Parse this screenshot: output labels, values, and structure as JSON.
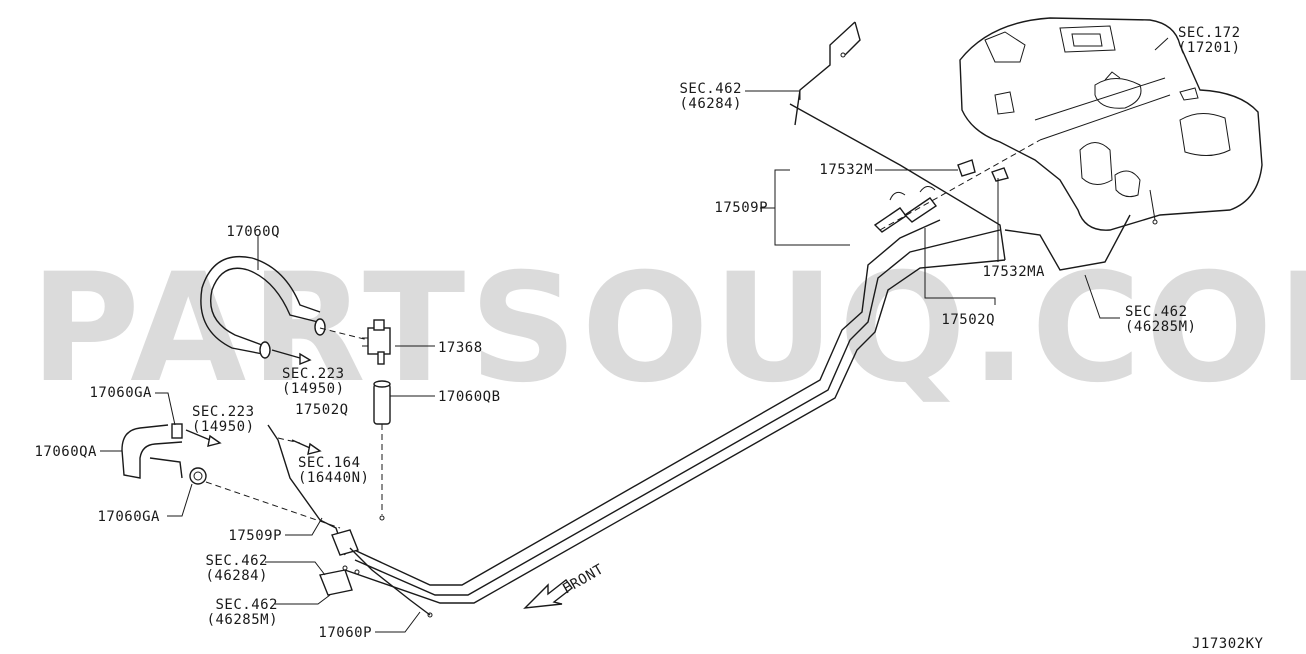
{
  "watermark": "PARTSOUQ.COM",
  "diagram_code": "J17302KY",
  "front_label": "FRONT",
  "callouts": [
    {
      "id": "sec172",
      "lines": [
        "SEC.172",
        "(17201)"
      ]
    },
    {
      "id": "sec462-top",
      "lines": [
        "SEC.462",
        "(46284)"
      ]
    },
    {
      "id": "p17532m",
      "lines": [
        "17532M"
      ]
    },
    {
      "id": "p17509p-top",
      "lines": [
        "17509P"
      ]
    },
    {
      "id": "p17532ma",
      "lines": [
        "17532MA"
      ]
    },
    {
      "id": "p17502q-right",
      "lines": [
        "17502Q"
      ]
    },
    {
      "id": "sec462-right",
      "lines": [
        "SEC.462",
        "(46285M)"
      ]
    },
    {
      "id": "p17060q",
      "lines": [
        "17060Q"
      ]
    },
    {
      "id": "p17368",
      "lines": [
        "17368"
      ]
    },
    {
      "id": "sec223-a",
      "lines": [
        "SEC.223",
        "(14950)"
      ]
    },
    {
      "id": "p17060qb",
      "lines": [
        "17060QB"
      ]
    },
    {
      "id": "p17060ga-top",
      "lines": [
        "17060GA"
      ]
    },
    {
      "id": "sec223-b",
      "lines": [
        "SEC.223",
        "(14950)"
      ]
    },
    {
      "id": "p17502q-left",
      "lines": [
        "17502Q"
      ]
    },
    {
      "id": "p17060qa",
      "lines": [
        "17060QA"
      ]
    },
    {
      "id": "sec164",
      "lines": [
        "SEC.164",
        "(16440N)"
      ]
    },
    {
      "id": "p17060ga-bottom",
      "lines": [
        "17060GA"
      ]
    },
    {
      "id": "p17509p-bottom",
      "lines": [
        "17509P"
      ]
    },
    {
      "id": "sec462-bl-a",
      "lines": [
        "SEC.462",
        "(46284)"
      ]
    },
    {
      "id": "sec462-bl-b",
      "lines": [
        "SEC.462",
        "(46285M)"
      ]
    },
    {
      "id": "p17060p",
      "lines": [
        "17060P"
      ]
    }
  ]
}
